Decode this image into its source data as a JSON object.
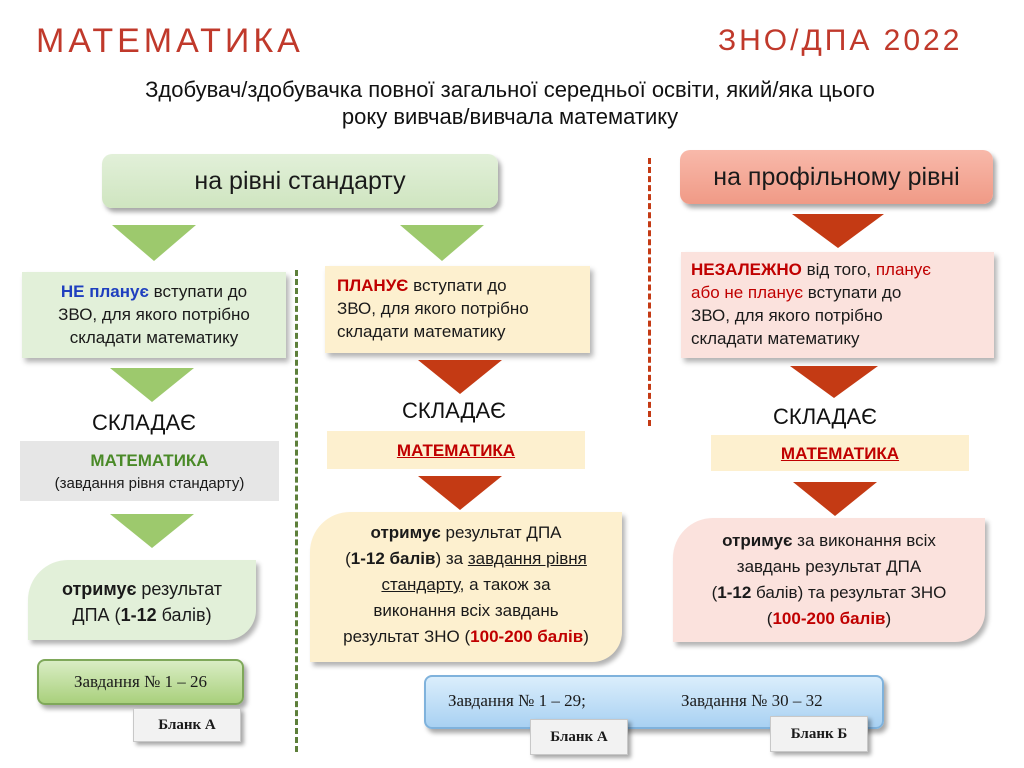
{
  "title": "МАТЕМАТИКА",
  "year_label": "ЗНО/ДПА 2022",
  "subtitle_line1": "Здобувач/здобувачка повної загальної середньої освіти, який/яка цього",
  "subtitle_line2": "року вивчав/вивчала  математику",
  "standard": {
    "header": "на рівні стандарту",
    "no_plan": {
      "p1": "НЕ планує",
      "p2": " вступати  до",
      "line2": "ЗВО, для якого потрібно",
      "line3": "складати математику"
    },
    "no_plan_takes": "СКЛАДАЄ",
    "no_plan_subject": "МАТЕМАТИКА",
    "no_plan_subject_note": "(завдання рівня стандарту)",
    "no_plan_result_a": "отримує",
    "no_plan_result_b": " результат",
    "no_plan_result_c": "ДПА (",
    "no_plan_result_d": "1-12",
    "no_plan_result_e": " балів)",
    "tasks": "Завдання № 1 – 26",
    "blank": "Бланк",
    "blank_letter": "А",
    "plan": {
      "p1": "ПЛАНУЄ",
      "p2": " вступати  до",
      "line2": "ЗВО, для якого потрібно",
      "line3": "складати математику"
    },
    "plan_takes": "СКЛАДАЄ",
    "plan_subject": "МАТЕМАТИКА",
    "plan_result": {
      "a": "отримує",
      "b": " результат ДПА",
      "c": "(",
      "d": "1-12 балів",
      "e": ") за ",
      "f": "завдання рівня",
      "g": "стандарту",
      "h": ", а також за",
      "i": "виконання всіх завдань",
      "j": "результат ЗНО (",
      "k": "100-200 балів",
      "l": ")"
    }
  },
  "profile": {
    "header": "на профільному рівні",
    "cond": {
      "p1": "НЕЗАЛЕЖНО",
      "p2": " від того, ",
      "p3": "планує",
      "p4": "або не планує",
      "p5": " вступати  до",
      "line3": "ЗВО, для якого потрібно",
      "line4": "складати математику"
    },
    "takes": "СКЛАДАЄ",
    "subject": "МАТЕМАТИКА",
    "result": {
      "a": "отримує",
      "b": " за виконання всіх",
      "c": "завдань результат ДПА",
      "d": "(",
      "e": "1-12",
      "f": " балів) та результат ЗНО",
      "g": "(",
      "h": "100-200 балів",
      "i": ")"
    }
  },
  "bottom": {
    "tasks_a": "Завдання № 1 – 29;",
    "tasks_b": "Завдання № 30 – 32",
    "blank_a": "Бланк",
    "blank_a_letter": "А",
    "blank_b": "Бланк",
    "blank_b_letter": "Б"
  },
  "colors": {
    "accent_red": "#c0392b",
    "green_arrow": "#9dc96d",
    "red_arrow": "#c43a14",
    "blue_text": "#1f3fbf"
  }
}
